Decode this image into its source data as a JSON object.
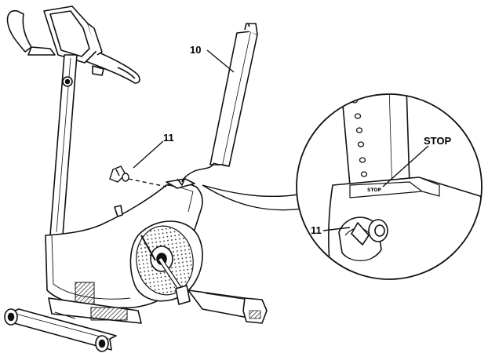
{
  "diagram": {
    "callouts": {
      "part_10": "10",
      "part_11_main": "11",
      "part_11_detail": "11",
      "stop": "STOP"
    },
    "detail_marks": {
      "post_stop_stamp": "STOP"
    }
  }
}
